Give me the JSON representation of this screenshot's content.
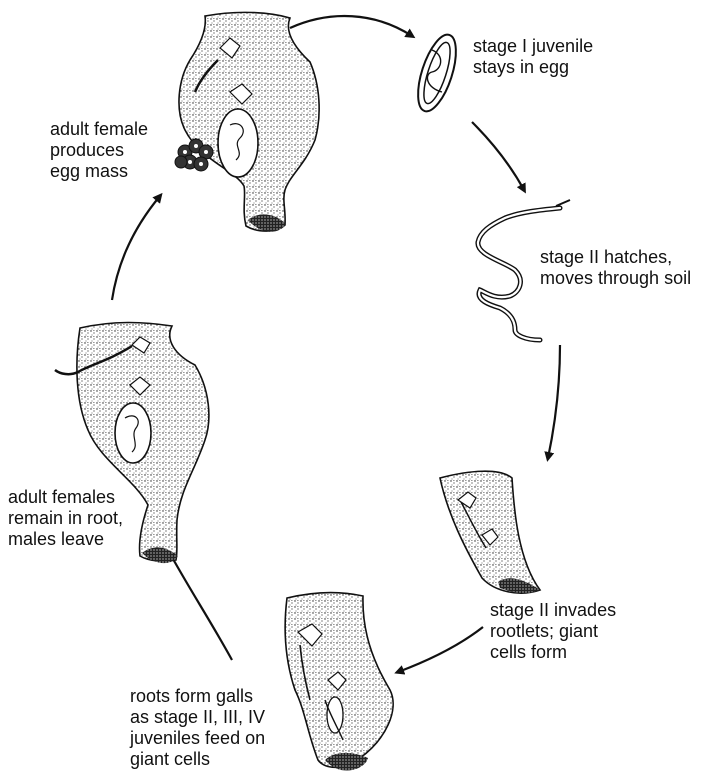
{
  "labels": {
    "stage1": "stage I juvenile\nstays in egg",
    "stage2_hatch": "stage II hatches,\nmoves through soil",
    "stage2_invade": "stage II invades\nrootlets; giant\ncells form",
    "galls": "roots form galls\nas stage II, III, IV\njuveniles feed on\ngiant cells",
    "adult_remain": "adult females\nremain in root,\nmales leave",
    "egg_mass": "adult female\nproduces\negg mass"
  },
  "colors": {
    "ink": "#111111",
    "background": "#ffffff"
  }
}
